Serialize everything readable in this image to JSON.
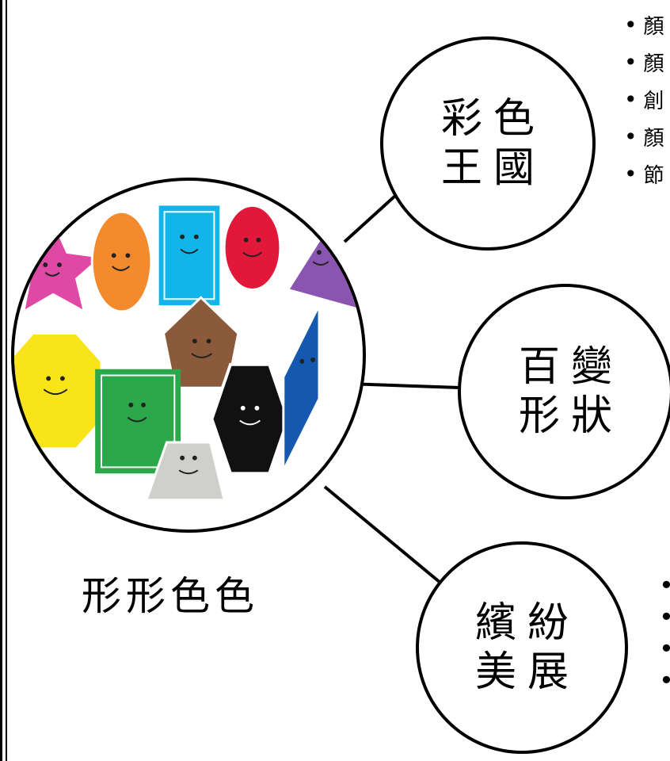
{
  "topics": [
    {
      "lines": [
        "彩色",
        "王國"
      ]
    },
    {
      "lines": [
        "百變",
        "形狀"
      ]
    },
    {
      "lines": [
        "繽紛",
        "美展"
      ]
    }
  ],
  "center_caption": "形形色色",
  "top_bullets": [
    {
      "marker": "•",
      "text": "顏"
    },
    {
      "marker": "•",
      "text": "顏"
    },
    {
      "marker": "•",
      "text": "創"
    },
    {
      "marker": "•",
      "text": "顏"
    },
    {
      "marker": "•",
      "text": "節"
    }
  ],
  "bottom_bullets": [
    {
      "marker": "•"
    },
    {
      "marker": "•"
    },
    {
      "marker": "•"
    },
    {
      "marker": "•"
    }
  ],
  "center_image": {
    "shapes": [
      {
        "kind": "star",
        "color": "#e048a6"
      },
      {
        "kind": "oval",
        "color": "#f38a2d"
      },
      {
        "kind": "rectangle",
        "color": "#12b5ea"
      },
      {
        "kind": "circle",
        "color": "#e2183a"
      },
      {
        "kind": "triangle",
        "color": "#8a55b0"
      },
      {
        "kind": "octagon",
        "color": "#f8e418"
      },
      {
        "kind": "pentagon",
        "color": "#8b5a3a"
      },
      {
        "kind": "rectangle",
        "color": "#2aa84a"
      },
      {
        "kind": "hexagon",
        "color": "#111111"
      },
      {
        "kind": "rhombus",
        "color": "#1458b0"
      },
      {
        "kind": "trapezoid",
        "color": "#cfcfcb"
      }
    ]
  }
}
